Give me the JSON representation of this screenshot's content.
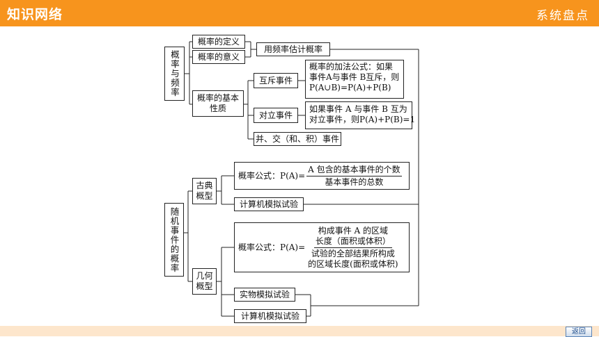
{
  "header": {
    "title": "知识网络",
    "right_label": "系统盘点"
  },
  "footer": {
    "back_label": "返回"
  },
  "diagram": {
    "root1": "概率与频率",
    "root1_child1": "概率的定义",
    "root1_child2": "概率的意义",
    "freq_estimate": "用频率估计概率",
    "basic_props": "概率的基本性质",
    "mutual_exclusive": "互斥事件",
    "addition_formula": [
      "概率的加法公式：如果",
      "事件A与事件 B互斥，则",
      "P(A∪B)=P(A)+P(B)"
    ],
    "opposite_event": "对立事件",
    "opposite_formula": [
      "如果事件 A 与事件 B 互为",
      "对立事件，则P(A)+P(B)=1"
    ],
    "union_intersection": "并、交（和、积）事件",
    "root2": "随机事件的概率",
    "classical": "古典概型",
    "classical_formula_prefix": "概率公式：P(A)=",
    "classical_numerator": "A 包含的基本事件的个数",
    "classical_denominator": "基本事件的总数",
    "computer_sim_1": "计算机模拟试验",
    "geometric": "几何概型",
    "geometric_formula_prefix": "概率公式：P(A)=",
    "geometric_numerator": [
      "构成事件 A 的区域",
      "长度（面积或体积）"
    ],
    "geometric_denominator": [
      "试验的全部结果所构成",
      "的区域长度(面积或体积)"
    ],
    "physical_sim": "实物模拟试验",
    "computer_sim_2": "计算机模拟试验"
  }
}
